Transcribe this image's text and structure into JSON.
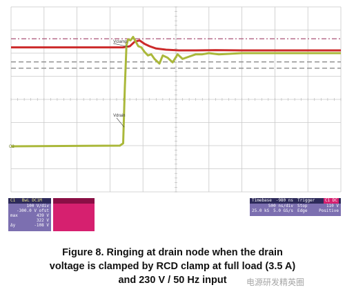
{
  "chart_data": {
    "type": "line",
    "x_range": [
      0,
      10
    ],
    "y_range": [
      0,
      8
    ],
    "grid": true,
    "series": [
      {
        "name": "Vclamp",
        "color": "#cc2a2a",
        "x": [
          0,
          3.4,
          3.6,
          3.75,
          3.9,
          4.05,
          4.2,
          4.4,
          4.7,
          5.1,
          5.6,
          6.2,
          7,
          8,
          10
        ],
        "y": [
          6.25,
          6.25,
          6.3,
          6.5,
          6.55,
          6.4,
          6.3,
          6.2,
          6.15,
          6.12,
          6.12,
          6.13,
          6.12,
          6.12,
          6.12
        ]
      },
      {
        "name": "Vdrain",
        "color": "#aab83a",
        "x": [
          0,
          3.3,
          3.4,
          3.45,
          3.5,
          3.55,
          3.62,
          3.7,
          3.78,
          3.86,
          3.95,
          4.05,
          4.15,
          4.25,
          4.35,
          4.5,
          4.6,
          4.75,
          4.9,
          5.05,
          5.2,
          5.4,
          5.6,
          5.8,
          6,
          6.3,
          6.6,
          7,
          7.5,
          8,
          9,
          10
        ],
        "y": [
          1.97,
          2.0,
          2.1,
          4.5,
          6.35,
          6.6,
          6.55,
          6.7,
          6.5,
          6.3,
          6.25,
          6.05,
          5.9,
          5.95,
          5.75,
          5.55,
          5.9,
          5.8,
          5.6,
          5.95,
          5.75,
          5.85,
          5.95,
          5.95,
          6.0,
          5.95,
          5.97,
          6.0,
          6.0,
          6.0,
          6.0,
          6.0
        ]
      }
    ],
    "reference_lines": [
      {
        "y": 6.62,
        "color": "#b06080",
        "style": "dashdot"
      },
      {
        "y": 5.62,
        "color": "#8a8a8a",
        "style": "dashed"
      },
      {
        "y": 5.35,
        "color": "#8a8a8a",
        "style": "dashed"
      }
    ],
    "annotations": [
      {
        "text": "Vclamp",
        "x": 3.1,
        "y": 6.45
      },
      {
        "text": "Vdrain",
        "x": 3.1,
        "y": 3.25
      }
    ],
    "ground_marker": "C2"
  },
  "channel1": {
    "header": "C1",
    "header_right": "BwL DC1M",
    "rows": [
      {
        "label": "",
        "value": "100 V/div"
      },
      {
        "label": "",
        "value": "-300.0 V ofst"
      },
      {
        "label": "max",
        "value": "439 V"
      },
      {
        "label": "",
        "value": "322 V"
      },
      {
        "label": "Δy",
        "value": "-108 V"
      }
    ]
  },
  "channel2": {
    "header": "",
    "rows": [
      "",
      "",
      "",
      "",
      ""
    ]
  },
  "timebase": {
    "label": "Timebase",
    "value": "-980 ns",
    "rows": [
      [
        "",
        "500 ns/div"
      ],
      [
        "25.0 kS",
        "5.0 GS/s"
      ]
    ]
  },
  "trigger": {
    "label": "Trigger",
    "badge": "C1 DC",
    "rows": [
      [
        "Stop",
        "110 V"
      ],
      [
        "Edge",
        "Positive"
      ]
    ]
  },
  "caption": {
    "line1": "Figure 8. Ringing at drain node when the drain",
    "line2": "voltage is clamped by RCD clamp at full load (3.5 A)",
    "line3": "and 230 V / 50 Hz input"
  },
  "watermark": "电源研发精英圈"
}
